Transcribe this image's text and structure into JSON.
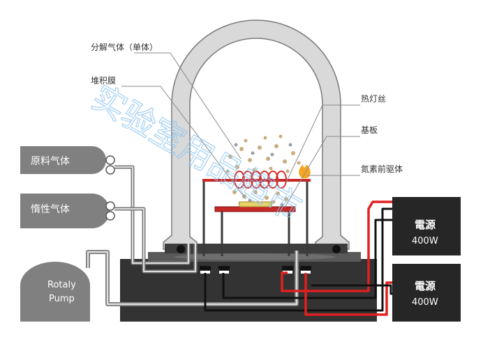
{
  "labels": {
    "decomposed_gas": "分解气体（单体）",
    "deposited_film": "堆积膜",
    "hot_filament": "热灯丝",
    "substrate": "基板",
    "nitrogen_precursor": "氮素前驱体"
  },
  "tanks": {
    "raw_gas": "原料气体",
    "inert_gas": "惰性气体"
  },
  "pump": {
    "line1": "Rotaly",
    "line2": "Pump"
  },
  "power_supplies": [
    {
      "title": "電源",
      "rating": "400W"
    },
    {
      "title": "電源",
      "rating": "400W"
    }
  ],
  "watermark": "实验室用品超市",
  "colors": {
    "chamber": "#d9d9d9",
    "base": "#333333",
    "wire_red": "#e02020",
    "wire_black": "#111111",
    "tank": "#808080",
    "psu": "#262626",
    "flame": "#f5a623",
    "substrate": "#e8d36a"
  }
}
